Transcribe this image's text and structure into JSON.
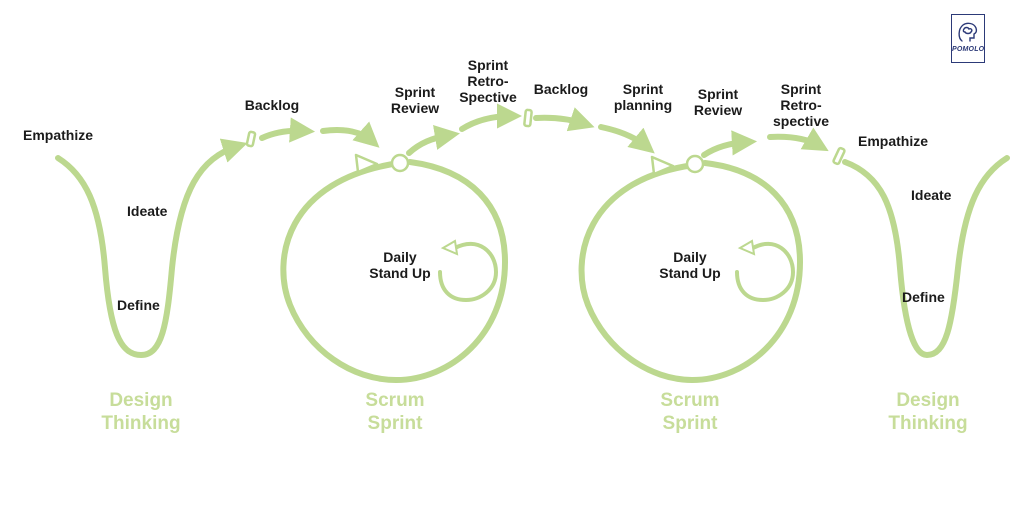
{
  "colors": {
    "stroke": "#bcd88f",
    "phase_text": "#c7dd9a",
    "label_text": "#1b1b1b",
    "logo": "#2c3a78"
  },
  "logo": {
    "text": "POMOLO",
    "icon": "brain-head-icon"
  },
  "design_thinking_left": {
    "empathize": "Empathize",
    "ideate": "Ideate",
    "define": "Define",
    "phase": "Design\nThinking"
  },
  "sprint1": {
    "backlog": "Backlog",
    "review": "Sprint\nReview",
    "retro": "Sprint\nRetro-\nSpective",
    "standup": "Daily\nStand Up",
    "phase": "Scrum\nSprint"
  },
  "sprint2": {
    "backlog": "Backlog",
    "planning": "Sprint\nplanning",
    "review": "Sprint\nReview",
    "retro": "Sprint\nRetro-\nspective",
    "standup": "Daily\nStand Up",
    "phase": "Scrum\nSprint"
  },
  "design_thinking_right": {
    "empathize": "Empathize",
    "ideate": "Ideate",
    "define": "Define",
    "phase": "Design\nThinking"
  }
}
